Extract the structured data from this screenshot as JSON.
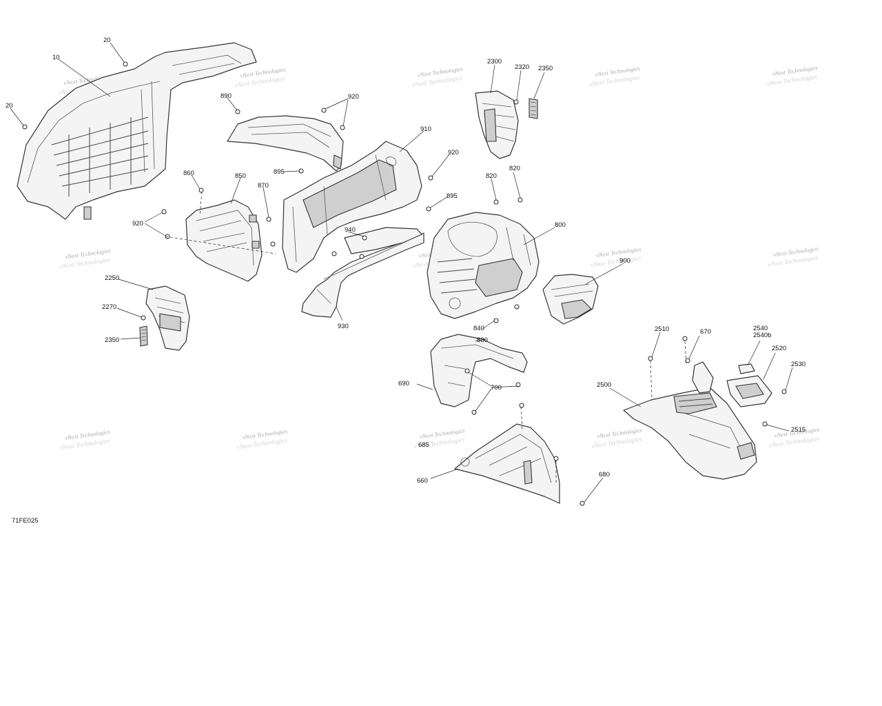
{
  "diagram": {
    "figure_reference": "71FE025",
    "watermark_text": "vNext Technologies",
    "parts": {
      "p10": "10",
      "p20": "20",
      "p890": "890",
      "p920": "920",
      "p895": "895",
      "p910": "910",
      "p860": "860",
      "p850": "850",
      "p870": "870",
      "p940": "940",
      "p930": "930",
      "p2250": "2250",
      "p2270": "2270",
      "p2350": "2350",
      "p2300": "2300",
      "p2320": "2320",
      "p820": "820",
      "p800": "800",
      "p900": "900",
      "p840": "840",
      "p830": "830",
      "p690": "690",
      "p700": "700",
      "p685": "685",
      "p660": "660",
      "p680": "680",
      "p670": "670",
      "p2510": "2510",
      "p2500": "2500",
      "p2540": "2540",
      "p2540b": "2540b",
      "p2520": "2520",
      "p2530": "2530",
      "p2515": "2515"
    }
  }
}
